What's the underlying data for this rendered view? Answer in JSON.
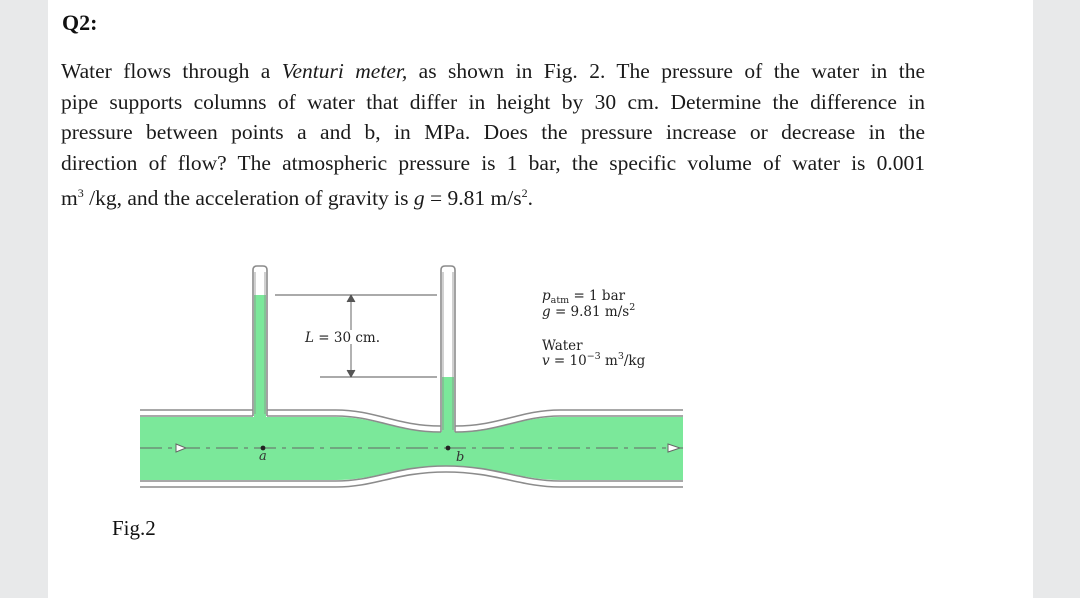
{
  "question": {
    "title": "Q2:"
  },
  "problem": {
    "line1_pre": "Water flows through a ",
    "line1_italic": "Venturi meter,",
    "line1_post": " as shown in Fig. 2. The pressure of the water in the",
    "line2": "pipe supports columns of water that differ in height by 30 cm. Determine the difference in",
    "line3": "pressure between points a and b, in MPa. Does the pressure increase or decrease in the",
    "line4": "direction of flow? The atmospheric pressure is 1 bar, the specific volume of water is 0.001",
    "line5_a": "m",
    "line5_sup1": "3",
    "line5_b": " /kg, and the acceleration of gravity is ",
    "line5_g": "g",
    "line5_c": " = 9.81 m/s",
    "line5_sup2": "2",
    "line5_d": "."
  },
  "figure": {
    "caption": "Fig.2",
    "patm_sym": "p",
    "patm_sub": "atm",
    "patm_val": " = 1 bar",
    "g_sym": "g",
    "g_val": " = 9.81 m/s",
    "g_sup": "2",
    "water_label": "Water",
    "v_sym": "v",
    "v_val": " = 10",
    "v_exp": "−3",
    "v_unit": " m",
    "v_unit_sup": "3",
    "v_unit_end": "/kg",
    "L_sym": "L",
    "L_val": " = 30 cm.",
    "point_a": "a",
    "point_b": "b",
    "colors": {
      "water": "#7be89a",
      "pipe": "#8c8c8c",
      "page": "#ffffff",
      "background": "#e8e9ea"
    }
  }
}
